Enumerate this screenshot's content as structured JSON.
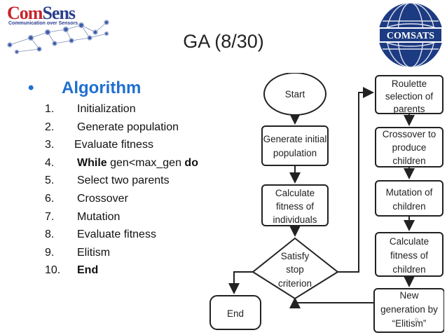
{
  "logo_left": {
    "brand_a": "Com",
    "brand_b": "Sens",
    "tagline": "Communication over Sensors"
  },
  "logo_right": {
    "text": "COMSATS"
  },
  "title": "GA (8/30)",
  "heading": {
    "bullet": "•",
    "text": "Algorithm"
  },
  "steps": [
    {
      "num": "1.",
      "text": "Initialization"
    },
    {
      "num": "2.",
      "text": "Generate population"
    },
    {
      "num": "3.",
      "text": "Evaluate fitness"
    },
    {
      "num": "4.",
      "kw": "While",
      "text": " gen<max_gen ",
      "kw2": "do"
    },
    {
      "num": "5.",
      "text": "Select two parents"
    },
    {
      "num": "6.",
      "text": "Crossover"
    },
    {
      "num": "7.",
      "text": "Mutation"
    },
    {
      "num": "8.",
      "text": "Evaluate fitness"
    },
    {
      "num": "9.",
      "text": "Elitism"
    },
    {
      "num": "10.",
      "kw": "End"
    }
  ],
  "flowchart": {
    "start": "Start",
    "generate": [
      "Generate initial",
      "population"
    ],
    "calculate": [
      "Calculate",
      "fitness of",
      "individuals"
    ],
    "decision": [
      "Satisfy",
      "stop",
      "criterion"
    ],
    "end": "End",
    "roulette": [
      "Roulette",
      "selection of",
      "parents"
    ],
    "crossover": [
      "Crossover to",
      "produce",
      "children"
    ],
    "mutation": [
      "Mutation of",
      "children"
    ],
    "calc_children": [
      "Calculate",
      "fitness of",
      "children"
    ],
    "new_gen": [
      "New",
      "generation by",
      "“Elitism”"
    ]
  },
  "page_number": "9"
}
